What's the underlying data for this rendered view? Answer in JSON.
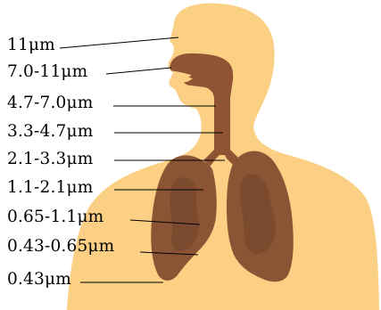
{
  "colors": {
    "body": "#fbd084",
    "airway": "#8f5434",
    "lung": "#8b5535",
    "lung_inner": "#6b4028",
    "leader": "#000000",
    "background": "#ffffff"
  },
  "labels": [
    "11μm",
    "7.0-11μm",
    "4.7-7.0μm",
    "3.3-4.7μm",
    "2.1-3.3μm",
    "1.1-2.1μm",
    "0.65-1.1μm",
    "0.43-0.65μm",
    "0.43μm"
  ]
}
